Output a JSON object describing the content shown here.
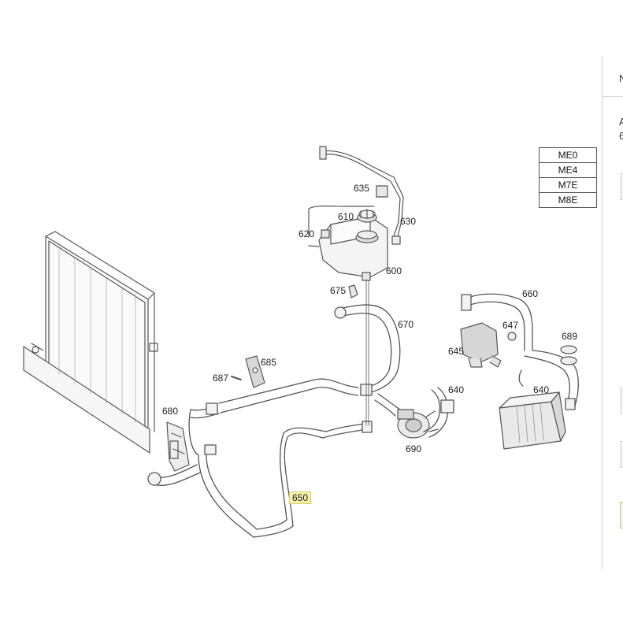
{
  "diagram": {
    "callouts": {
      "c600": "600",
      "c610": "610",
      "c620": "620",
      "c630": "630",
      "c635": "635",
      "c640a": "640",
      "c640b": "640",
      "c645": "645",
      "c647": "647",
      "c650": "650",
      "c660": "660",
      "c670": "670",
      "c675": "675",
      "c680": "680",
      "c685": "685",
      "c687": "687",
      "c689": "689",
      "c690": "690"
    },
    "variants": [
      "ME0",
      "ME4",
      "M7E",
      "M8E"
    ],
    "highlight_color": "#f6f0a8"
  },
  "side_panel": {
    "top_char": "N",
    "line1": "A",
    "line2": "6"
  }
}
